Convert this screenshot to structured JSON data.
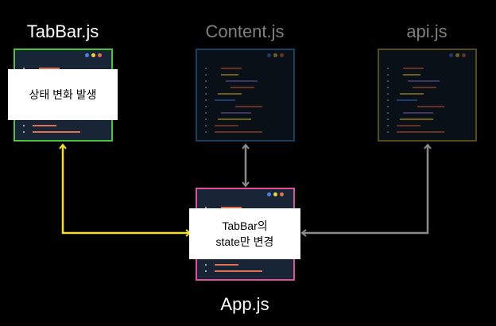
{
  "nodes": {
    "tabbar": {
      "label": "TabBar.js",
      "state": "active",
      "border_color": "#4cc437"
    },
    "content": {
      "label": "Content.js",
      "state": "inactive",
      "border_color": "#3f87c9"
    },
    "api": {
      "label": "api.js",
      "state": "inactive",
      "border_color": "#b9a83a"
    },
    "app": {
      "label": "App.js",
      "state": "active",
      "border_color": "#e0509a"
    }
  },
  "notes": {
    "tabbar_event": "상태 변화 발생",
    "app_change_line1": "TabBar의",
    "app_change_line2": "state만 변경"
  },
  "edges": [
    {
      "from": "tabbar",
      "to": "app",
      "color": "#f2e12c",
      "bidirectional": true,
      "highlighted": true
    },
    {
      "from": "content",
      "to": "app",
      "color": "#8a8a8a",
      "bidirectional": true,
      "highlighted": false
    },
    {
      "from": "api",
      "to": "app",
      "color": "#8a8a8a",
      "bidirectional": true,
      "highlighted": false
    }
  ],
  "colors": {
    "background": "#000000",
    "window_bg": "#172536",
    "active_label": "#ffffff",
    "inactive_label": "#7f7f7f",
    "highlight_edge": "#f2e12c",
    "neutral_edge": "#8a8a8a"
  }
}
